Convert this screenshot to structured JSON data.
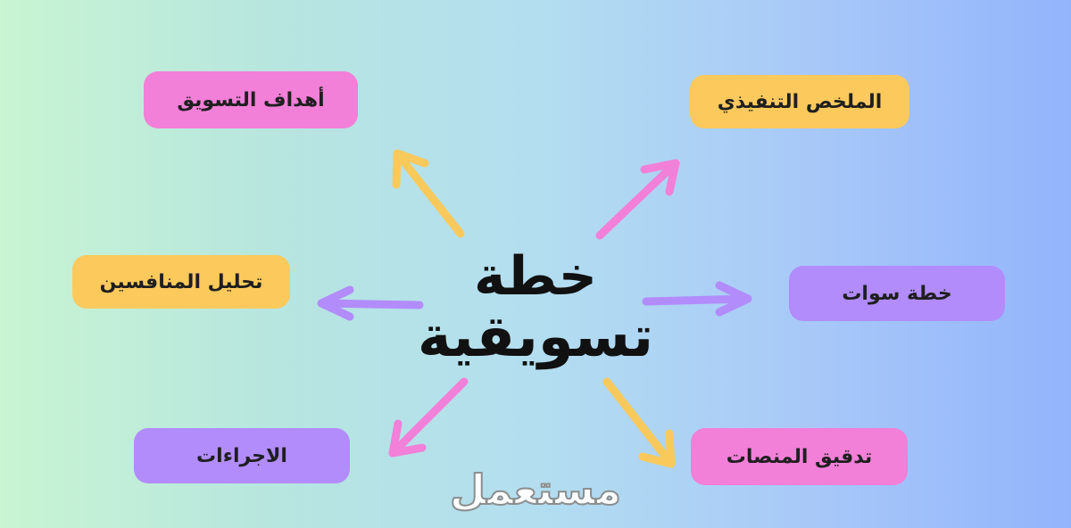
{
  "center": {
    "line1": "خطة",
    "line2": "تسويقية"
  },
  "nodes": {
    "goals": {
      "label": "أهداف التسويق",
      "color": "#f27fd8"
    },
    "summary": {
      "label": "الملخص التنفيذي",
      "color": "#fbc95c"
    },
    "competitor": {
      "label": "تحليل المنافسين",
      "color": "#fbc95c"
    },
    "swot": {
      "label": "خطة سوات",
      "color": "#b28cfb"
    },
    "actions": {
      "label": "الاجراءات",
      "color": "#b28cfb"
    },
    "audit": {
      "label": "تدقيق المنصات",
      "color": "#f27fd8"
    }
  },
  "arrow_colors": {
    "goals": "#f9c95c",
    "summary": "#f27fd8",
    "competitor": "#b28cfb",
    "swot": "#b28cfb",
    "actions": "#f27fd8",
    "audit": "#f9c95c"
  },
  "watermark": {
    "text": "مستعمل"
  }
}
